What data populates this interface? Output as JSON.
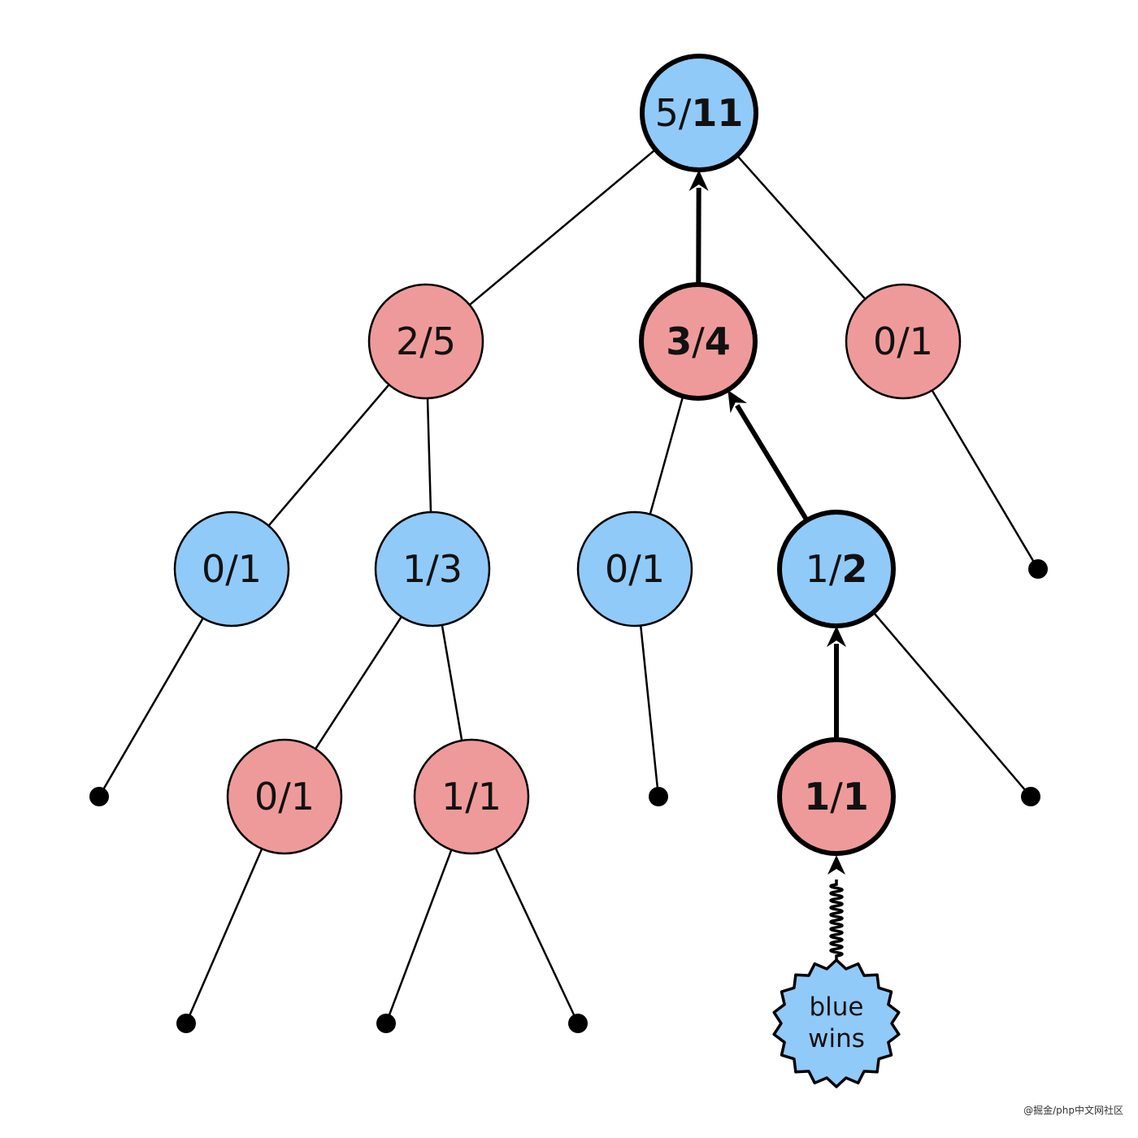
{
  "colors": {
    "blue": "#90CAF9",
    "red": "#EF9A9A",
    "stroke": "#000000"
  },
  "nodes": [
    {
      "id": "n0",
      "label": "5/11",
      "numerator": "5",
      "denominator": "11",
      "bold": "denominator",
      "player": "blue",
      "on_path": true
    },
    {
      "id": "n1",
      "label": "2/5",
      "numerator": "2",
      "denominator": "5",
      "bold": "none",
      "player": "red",
      "on_path": false
    },
    {
      "id": "n2",
      "label": "3/4",
      "numerator": "3",
      "denominator": "4",
      "bold": "both",
      "player": "red",
      "on_path": true
    },
    {
      "id": "n3",
      "label": "0/1",
      "numerator": "0",
      "denominator": "1",
      "bold": "none",
      "player": "red",
      "on_path": false
    },
    {
      "id": "n4",
      "label": "0/1",
      "numerator": "0",
      "denominator": "1",
      "bold": "none",
      "player": "blue",
      "on_path": false
    },
    {
      "id": "n5",
      "label": "1/3",
      "numerator": "1",
      "denominator": "3",
      "bold": "none",
      "player": "blue",
      "on_path": false
    },
    {
      "id": "n6",
      "label": "0/1",
      "numerator": "0",
      "denominator": "1",
      "bold": "none",
      "player": "blue",
      "on_path": false
    },
    {
      "id": "n7",
      "label": "1/2",
      "numerator": "1",
      "denominator": "2",
      "bold": "denominator",
      "player": "blue",
      "on_path": true
    },
    {
      "id": "n8",
      "label": "0/1",
      "numerator": "0",
      "denominator": "1",
      "bold": "none",
      "player": "red",
      "on_path": false
    },
    {
      "id": "n9",
      "label": "1/1",
      "numerator": "1",
      "denominator": "1",
      "bold": "none",
      "player": "red",
      "on_path": false
    },
    {
      "id": "n10",
      "label": "1/1",
      "numerator": "1",
      "denominator": "1",
      "bold": "both",
      "player": "red",
      "on_path": true
    }
  ],
  "edges": [
    {
      "from": "n0",
      "to": "n1"
    },
    {
      "from": "n0",
      "to": "n2",
      "arrow": true
    },
    {
      "from": "n0",
      "to": "n3"
    },
    {
      "from": "n1",
      "to": "n4"
    },
    {
      "from": "n1",
      "to": "n5"
    },
    {
      "from": "n2",
      "to": "n6"
    },
    {
      "from": "n2",
      "to": "n7",
      "arrow": true
    },
    {
      "from": "n3",
      "to": "leaf-a"
    },
    {
      "from": "n4",
      "to": "leaf-b"
    },
    {
      "from": "n5",
      "to": "n8"
    },
    {
      "from": "n5",
      "to": "n9"
    },
    {
      "from": "n6",
      "to": "leaf-c"
    },
    {
      "from": "n7",
      "to": "n10",
      "arrow": true
    },
    {
      "from": "n7",
      "to": "leaf-d"
    },
    {
      "from": "n8",
      "to": "leaf-e"
    },
    {
      "from": "n9",
      "to": "leaf-f"
    },
    {
      "from": "n9",
      "to": "leaf-g"
    }
  ],
  "simulation": {
    "result_line1": "blue",
    "result_line2": "wins",
    "player": "blue"
  },
  "watermark": "@掘金/php中文网社区"
}
